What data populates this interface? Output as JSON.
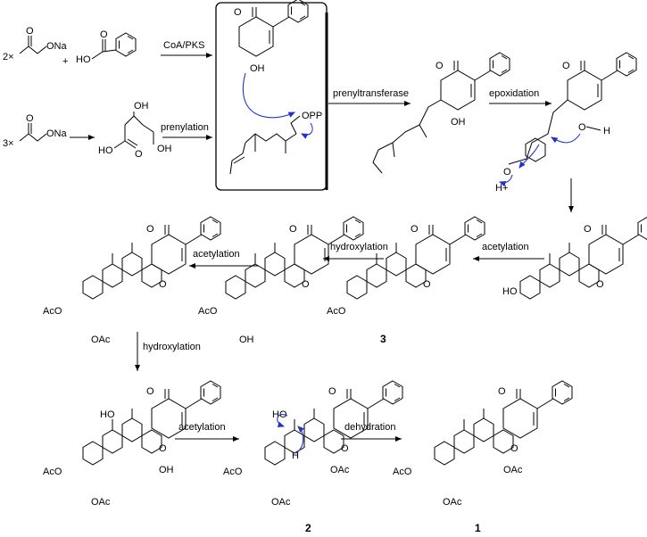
{
  "colors": {
    "ink": "#000000",
    "electron_arrow": "#2233cc"
  },
  "reagents": {
    "mult2": "2×",
    "mult3": "3×",
    "plus": "+",
    "acetate": "ONa",
    "benzoic_ho": "HO",
    "mevalonate_oh": "OH",
    "mevalonate_hooc": "HO",
    "mevalonate_oh2": "OH"
  },
  "steps": {
    "coa_pks": "CoA/PKS",
    "prenylation": "prenylation",
    "prenyltransferase": "prenyltransferase",
    "epoxidation": "epoxidation",
    "acetylation1": "acetylation",
    "hydroxylation1": "hydroxylation",
    "acetylation2": "acetylation",
    "hydroxylation2": "hydroxylation",
    "acetylation3": "acetylation",
    "dehydration": "dehydration"
  },
  "atoms": {
    "O": "O",
    "OH": "OH",
    "HO": "HO",
    "OPP": "OPP",
    "H": "H",
    "Hplus": "H+",
    "AcO": "AcO",
    "OAc": "OAc"
  },
  "compounds": {
    "c3": "3",
    "c2": "2",
    "c1": "1"
  }
}
